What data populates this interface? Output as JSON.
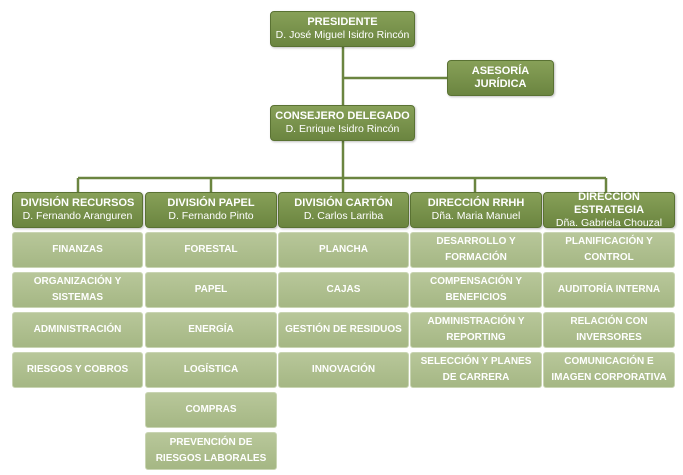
{
  "top": {
    "presidente": {
      "title": "PRESIDENTE",
      "name": "D. José Miguel Isidro Rincón"
    },
    "asesoria": {
      "title": "ASESORÍA JURÍDICA"
    },
    "consejero": {
      "title": "CONSEJERO DELEGADO",
      "name": "D. Enrique Isidro Rincón"
    }
  },
  "divisions": [
    {
      "title": "DIVISIÓN RECURSOS",
      "name": "D. Fernando Aranguren",
      "items": [
        "FINANZAS",
        "ORGANIZACIÓN Y SISTEMAS",
        "ADMINISTRACIÓN",
        "RIESGOS Y COBROS"
      ]
    },
    {
      "title": "DIVISIÓN PAPEL",
      "name": "D. Fernando Pinto",
      "items": [
        "FORESTAL",
        "PAPEL",
        "ENERGÍA",
        "LOGÍSTICA",
        "COMPRAS",
        "PREVENCIÓN DE RIESGOS LABORALES"
      ]
    },
    {
      "title": "DIVISIÓN CARTÓN",
      "name": "D. Carlos Larriba",
      "items": [
        "PLANCHA",
        "CAJAS",
        "GESTIÓN DE RESIDUOS",
        "INNOVACIÓN"
      ]
    },
    {
      "title": "DIRECCIÓN RRHH",
      "name": "Dña. Maria Manuel",
      "items": [
        "DESARROLLO Y FORMACIÓN",
        "COMPENSACIÓN Y BENEFICIOS",
        "ADMINISTRACIÓN Y REPORTING",
        "SELECCIÓN Y PLANES DE CARRERA"
      ]
    },
    {
      "title": "DIRECCIÓN ESTRATEGIA",
      "name": "Dña. Gabriela Chouzal",
      "items": [
        "PLANIFICACIÓN Y CONTROL",
        "AUDITORÍA INTERNA",
        "RELACIÓN CON INVERSORES",
        "COMUNICACIÓN E IMAGEN CORPORATIVA"
      ]
    }
  ]
}
